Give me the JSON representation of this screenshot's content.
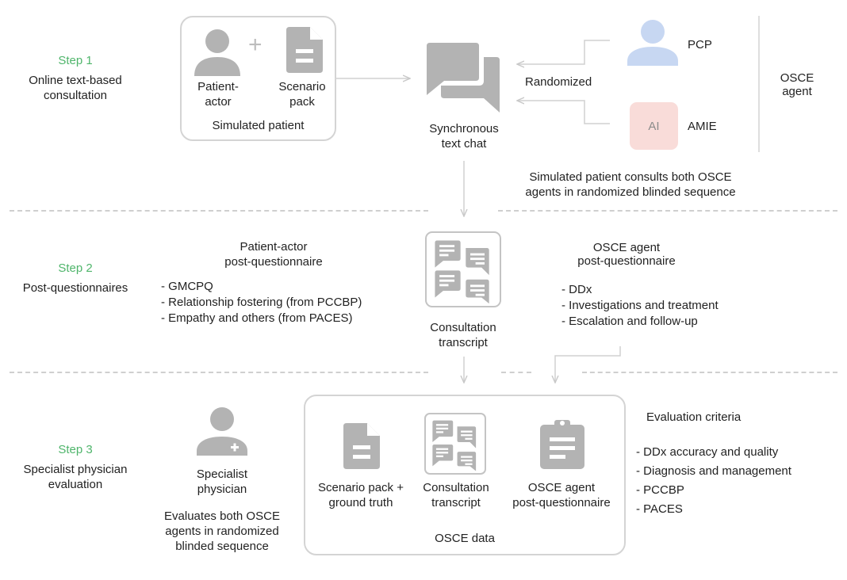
{
  "colors": {
    "step_label": "#4fb56b",
    "icon_gray": "#b3b3b3",
    "pcp_icon": "#c7d7f2",
    "amie_bg": "#f9dcd9",
    "line": "#cfcfcf"
  },
  "step1": {
    "step_label": "Step 1",
    "title": "Online text-based consultation",
    "simulated_patient": {
      "patient_actor_line1": "Patient-",
      "patient_actor_line2": "actor",
      "plus": "+",
      "scenario_line1": "Scenario",
      "scenario_line2": "pack",
      "caption": "Simulated patient"
    },
    "chat_label_line1": "Synchronous",
    "chat_label_line2": "text chat",
    "randomized_label": "Randomized",
    "agents": [
      {
        "name": "PCP",
        "icon": "person-icon"
      },
      {
        "name": "AMIE",
        "icon": "ai-badge-icon",
        "badge_text": "AI"
      }
    ],
    "agent_group_line1": "OSCE",
    "agent_group_line2": "agent",
    "note_line1": "Simulated patient consults both OSCE",
    "note_line2": "agents in randomized blinded sequence"
  },
  "step2": {
    "step_label": "Step 2",
    "title": "Post-questionnaires",
    "patient_q": {
      "heading_line1": "Patient-actor",
      "heading_line2": "post-questionnaire",
      "items": [
        "- GMCPQ",
        "- Relationship fostering (from PCCBP)",
        "- Empathy and others (from PACES)"
      ]
    },
    "transcript_line1": "Consultation",
    "transcript_line2": "transcript",
    "agent_q": {
      "heading_line1": "OSCE agent",
      "heading_line2": "post-questionnaire",
      "items": [
        "- DDx",
        "- Investigations and treatment",
        "- Escalation and follow-up"
      ]
    }
  },
  "step3": {
    "step_label": "Step 3",
    "title_line1": "Specialist physician",
    "title_line2": "evaluation",
    "specialist_line1": "Specialist",
    "specialist_line2": "physician",
    "specialist_note_line1": "Evaluates both OSCE",
    "specialist_note_line2": "agents in randomized",
    "specialist_note_line3": "blinded sequence",
    "osce_data": {
      "caption": "OSCE data",
      "items": [
        {
          "line1": "Scenario pack +",
          "line2": "ground truth"
        },
        {
          "line1": "Consultation",
          "line2": "transcript"
        },
        {
          "line1": "OSCE agent",
          "line2": "post-questionnaire"
        }
      ]
    },
    "criteria": {
      "heading": "Evaluation criteria",
      "items": [
        "- DDx accuracy and quality",
        "- Diagnosis and management",
        "- PCCBP",
        "- PACES"
      ]
    }
  }
}
